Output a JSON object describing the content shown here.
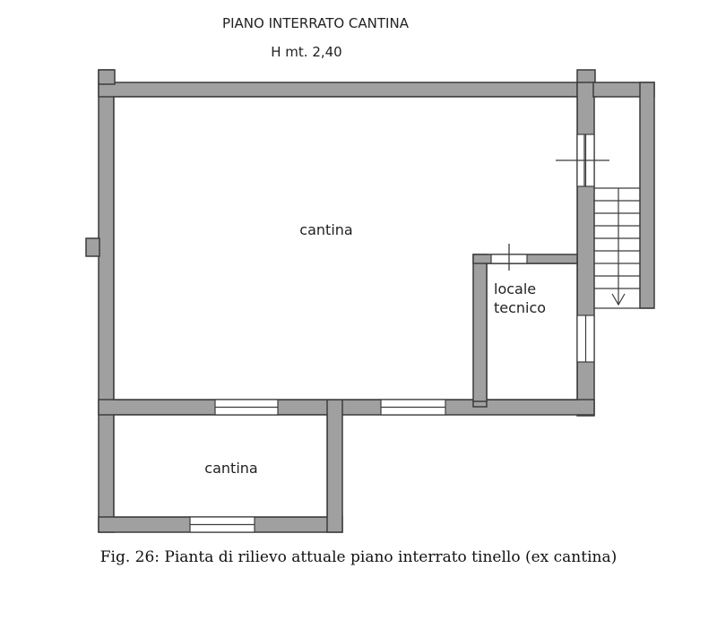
{
  "plan": {
    "title": "PIANO INTERRATO CANTINA",
    "height_label": "H mt. 2,40",
    "rooms": {
      "main": "cantina",
      "lower": "cantina",
      "technical_line1": "locale",
      "technical_line2": "tecnico"
    },
    "colors": {
      "wall": "#a0a0a0",
      "outline": "#3c3c3c",
      "background": "#ffffff"
    }
  },
  "caption": "Fig. 26: Pianta di rilievo attuale piano interrato tinello (ex cantina)"
}
